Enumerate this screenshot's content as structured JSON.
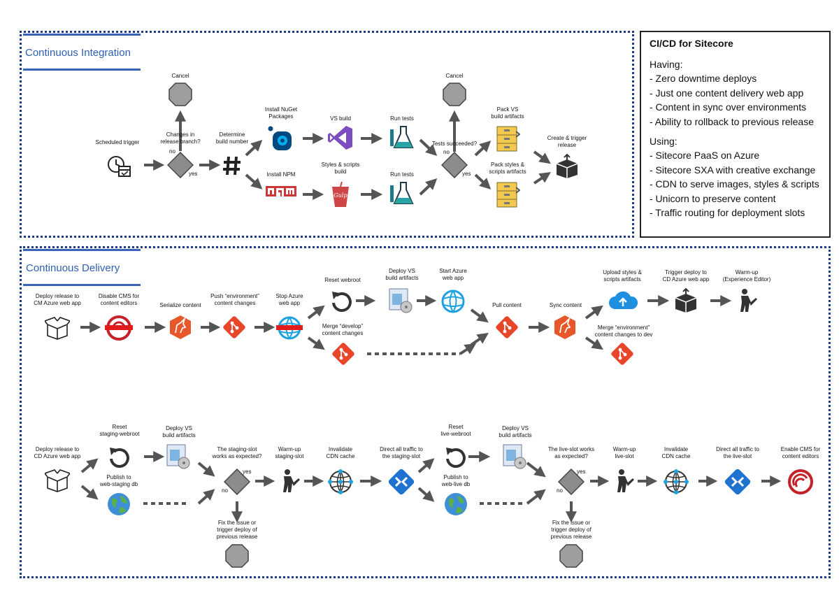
{
  "ci": {
    "title": "Continuous Integration",
    "nodes": {
      "scheduled_trigger": "Scheduled trigger",
      "cancel_1": "Cancel",
      "changes_branch": "Changes in\nrelease branch?",
      "determine_build": "Determine\nbuild number",
      "install_nuget": "Install NuGet\nPackages",
      "install_npm": "Install NPM",
      "vs_build": "VS build",
      "styles_build": "Styles & scripts\nbuild",
      "run_tests_1": "Run tests",
      "run_tests_2": "Run tests",
      "cancel_2": "Cancel",
      "tests_succeeded": "Tests succeeded?",
      "pack_vs": "Pack VS\nbuild artifacts",
      "pack_styles": "Pack styles &\nscripts artifacts",
      "create_release": "Create & trigger\nrelease"
    }
  },
  "cd": {
    "title": "Continuous Delivery",
    "row1": {
      "deploy_cm": "Deploy release to\nCM Azure web app",
      "disable_cms": "Disable CMS for\ncontent editors",
      "serialize": "Serialize content",
      "push_env": "Push “environment”\ncontent changes",
      "stop_azure": "Stop Azure\nweb app",
      "reset_webroot": "Reset webroot",
      "merge_develop": "Merge “develop”\ncontent changes",
      "deploy_vs": "Deploy VS\nbuild artifacts",
      "start_azure": "Start Azure\nweb app",
      "pull_content": "Pull content",
      "sync_content": "Sync content",
      "upload_styles": "Upload styles &\nscripts artifacts",
      "merge_env": "Merge “environment”\ncontent changes to dev",
      "trigger_cd": "Trigger deploy to\nCD Azure web app",
      "warmup_ee": "Warm-up\n(Experience Editor)"
    },
    "row2": {
      "deploy_cd": "Deploy release to\nCD Azure web app",
      "reset_staging": "Reset\nstaging-webroot",
      "publish_staging": "Publish to\nweb-staging db",
      "deploy_vs_2": "Deploy VS\nbuild artifacts",
      "staging_works": "The staging-slot\nworks as expected?",
      "fix_1": "Fix the issue or\ntrigger deploy of\nprevious release",
      "warmup_staging": "Warm-up\nstaging-slot",
      "invalidate_1": "Invalidate\nCDN cache",
      "direct_staging": "Direct all traffic to\nthe staging-slot",
      "reset_live": "Reset\nlive-webroot",
      "publish_live": "Publish to\nweb-live db",
      "deploy_vs_3": "Deploy VS\nbuild artifacts",
      "live_works": "The live-slot works\nas expected?",
      "fix_2": "Fix the issue or\ntrigger deploy of\nprevious release",
      "warmup_live": "Warm-up\nlive-slot",
      "invalidate_2": "Invalidate\nCDN cache",
      "direct_live": "Direct all traffic to\nthe live-slot",
      "enable_cms": "Enable CMS for\ncontent editors"
    }
  },
  "decision": {
    "yes": "yes",
    "no": "no"
  },
  "panel": {
    "title": "CI/CD for Sitecore",
    "having_label": "Having:",
    "having": [
      "- Zero downtime deploys",
      "- Just one content delivery web app",
      "- Content in sync over environments",
      "- Ability to rollback to previous release"
    ],
    "using_label": "Using:",
    "using": [
      "- Sitecore PaaS on Azure",
      "- Sitecore SXA with creative exchange",
      "- CDN to serve images, styles & scripts",
      "- Unicorn to preserve content",
      "- Traffic routing for deployment slots"
    ]
  },
  "colors": {
    "arrow": "#555555",
    "git": "#e8462b",
    "section_border": "#1f3a8a",
    "title_blue": "#2f5fb3",
    "octagon": "#9e9e9e",
    "diamond": "#8c8c8c",
    "azure": "#1ea1e1",
    "vs": "#7c4dbe",
    "npm": "#cb3837"
  }
}
